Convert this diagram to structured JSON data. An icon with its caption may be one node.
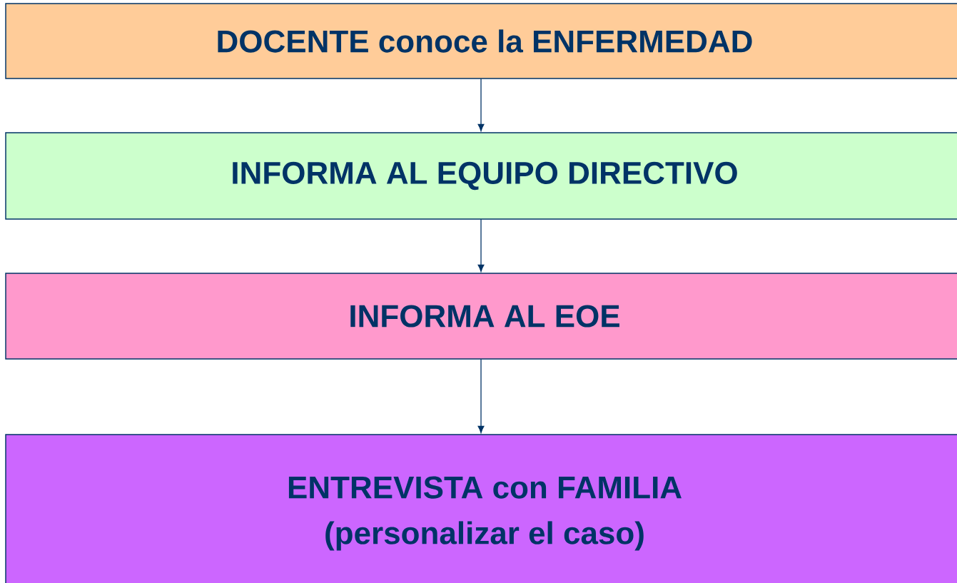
{
  "diagram": {
    "nodes": [
      {
        "text": [
          "DOCENTE conoce la ENFERMEDAD"
        ]
      },
      {
        "text": [
          "INFORMA AL EQUIPO DIRECTIVO"
        ]
      },
      {
        "text": [
          "INFORMA AL EOE"
        ]
      },
      {
        "text": [
          "ENTREVISTA con FAMILIA",
          "(personalizar el caso)"
        ]
      }
    ],
    "edges": [
      {
        "from": 0,
        "to": 1,
        "arrow": "to"
      },
      {
        "from": 1,
        "to": 2,
        "arrow": "to"
      },
      {
        "from": 2,
        "to": 3,
        "arrow": "to"
      }
    ]
  }
}
